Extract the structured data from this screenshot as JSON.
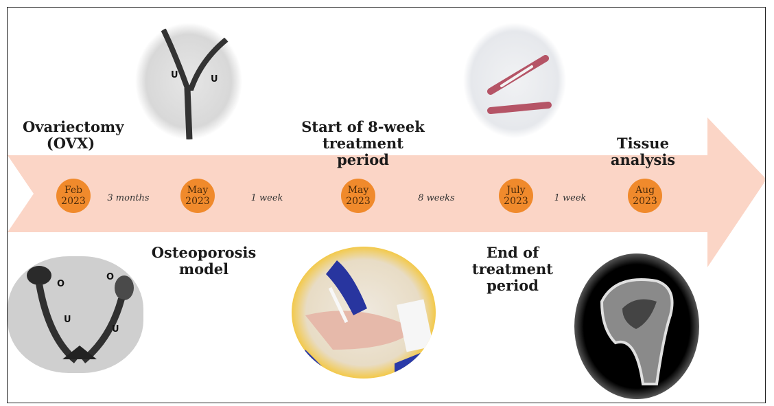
{
  "timeline": {
    "events_top": [
      {
        "id": "ovx",
        "label": "Ovariectomy\n(OVX)"
      },
      {
        "id": "start",
        "label": "Start of 8-week\ntreatment period"
      },
      {
        "id": "tissue",
        "label": "Tissue analysis"
      }
    ],
    "events_bottom": [
      {
        "id": "osteo",
        "label": "Osteoporosis\nmodel"
      },
      {
        "id": "end",
        "label": "End of\ntreatment\nperiod"
      }
    ],
    "dates": [
      {
        "month": "Feb",
        "year": "2023"
      },
      {
        "month": "May",
        "year": "2023"
      },
      {
        "month": "May",
        "year": "2023"
      },
      {
        "month": "July",
        "year": "2023"
      },
      {
        "month": "Aug",
        "year": "2023"
      }
    ],
    "intervals": [
      "3 months",
      "1 week",
      "8 weeks",
      "1 week"
    ],
    "photo_labels": {
      "uterus_top": [
        "U",
        "U"
      ],
      "ovary_bottom": [
        "O",
        "O",
        "U",
        "U"
      ]
    },
    "colors": {
      "arrow": "#fbd5c6",
      "node": "#f08a2c"
    }
  }
}
